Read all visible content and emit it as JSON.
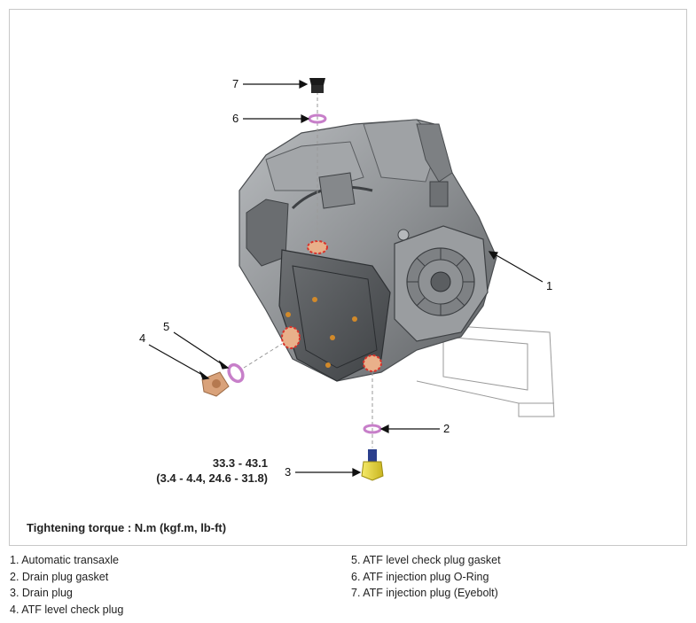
{
  "callouts": {
    "c1": "1",
    "c2": "2",
    "c3": "3",
    "c4": "4",
    "c5": "5",
    "c6": "6",
    "c7": "7"
  },
  "torque": {
    "value_nm": "33.3 - 43.1",
    "value_other": "(3.4 - 4.4, 24.6 - 31.8)"
  },
  "tightening_note": "Tightening torque : N.m (kgf.m, lb-ft)",
  "legend": {
    "left": [
      "1. Automatic transaxle",
      "2. Drain plug gasket",
      "3. Drain plug",
      "4. ATF level check plug"
    ],
    "right": [
      "5. ATF level check plug gasket",
      "6. ATF injection plug O-Ring",
      "7. ATF injection plug (Eyebolt)"
    ]
  },
  "colors": {
    "housing": "#8a8d90",
    "housing_dark": "#55585b",
    "gasket": "#c77fc9",
    "plug_yellow": "#e8d93a",
    "plug_copper": "#d9a27a",
    "highlight": "#d9332b"
  }
}
